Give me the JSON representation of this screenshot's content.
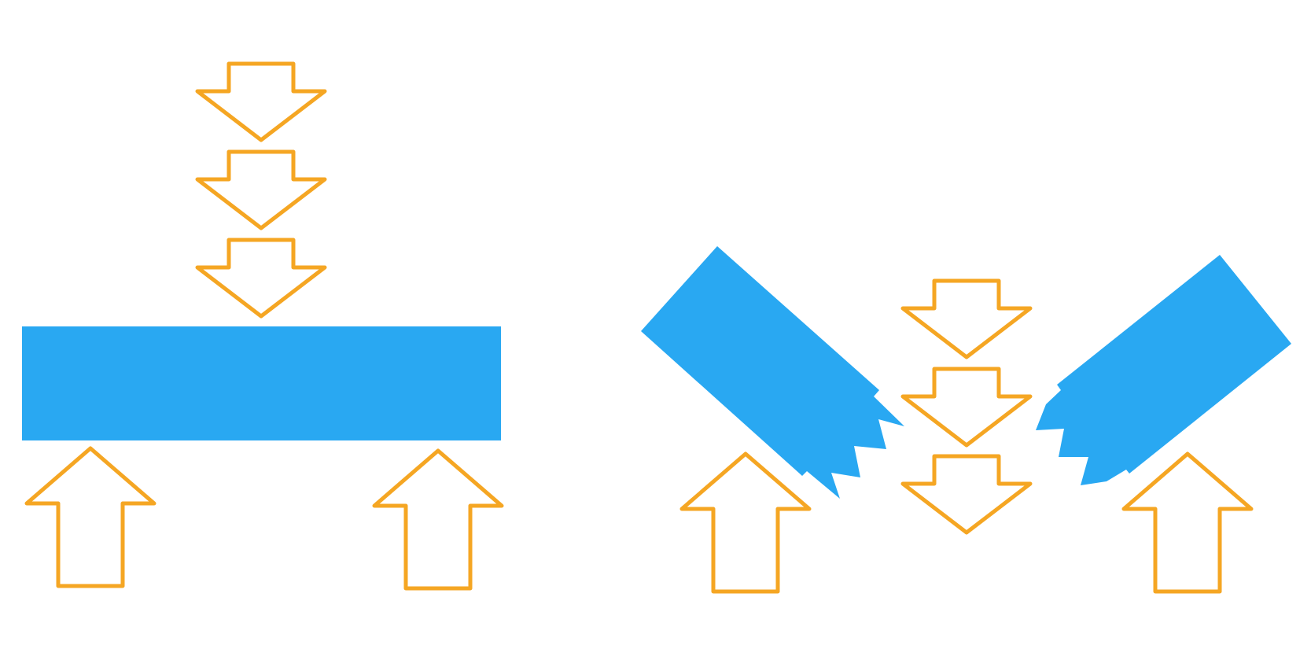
{
  "colors": {
    "background": "#ffffff",
    "beam": "#29a8f2",
    "arrow": "#f5a623"
  },
  "panels": [
    {
      "id": "intact",
      "beam_state": "intact",
      "load_arrows": {
        "direction": "down",
        "count": 3
      },
      "support_arrows": {
        "direction": "up",
        "count": 2
      }
    },
    {
      "id": "broken",
      "beam_state": "broken",
      "beam_pieces": 2,
      "load_arrows": {
        "direction": "down",
        "count": 3
      },
      "support_arrows": {
        "direction": "up",
        "count": 2
      }
    }
  ]
}
